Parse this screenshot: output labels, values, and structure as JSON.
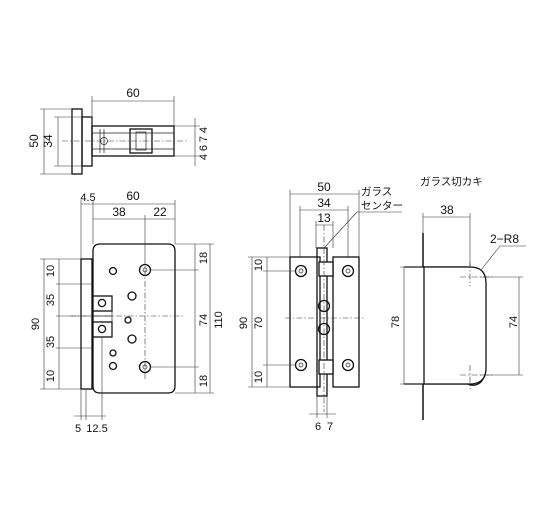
{
  "labels": {
    "glass_notch": "ガラス切カキ",
    "glass_center_line1": "ガラス",
    "glass_center_line2": "センター"
  },
  "top_view": {
    "width": "60",
    "height_outer": "50",
    "height_inner": "34",
    "thickness_a": "4",
    "thickness_b": "7",
    "thickness_c": "4",
    "thickness_d": "6"
  },
  "front_view": {
    "offset": "4.5",
    "width_total": "60",
    "width_left": "38",
    "width_right": "22",
    "left_10_top": "10",
    "left_35_top": "35",
    "left_90": "90",
    "left_35_bottom": "35",
    "left_10_bottom": "10",
    "right_18_top": "18",
    "right_74": "74",
    "right_110": "110",
    "right_18_bottom": "18",
    "bottom_5": "5",
    "bottom_12_5": "12.5"
  },
  "side_view": {
    "width_50": "50",
    "width_34": "34",
    "width_13": "13",
    "left_10_top": "10",
    "left_90": "90",
    "left_70": "70",
    "left_10_bottom": "10",
    "bottom_6": "6",
    "bottom_7": "7"
  },
  "notch_view": {
    "width_38": "38",
    "radius": "2−R8",
    "height_78": "78",
    "height_74": "74"
  }
}
